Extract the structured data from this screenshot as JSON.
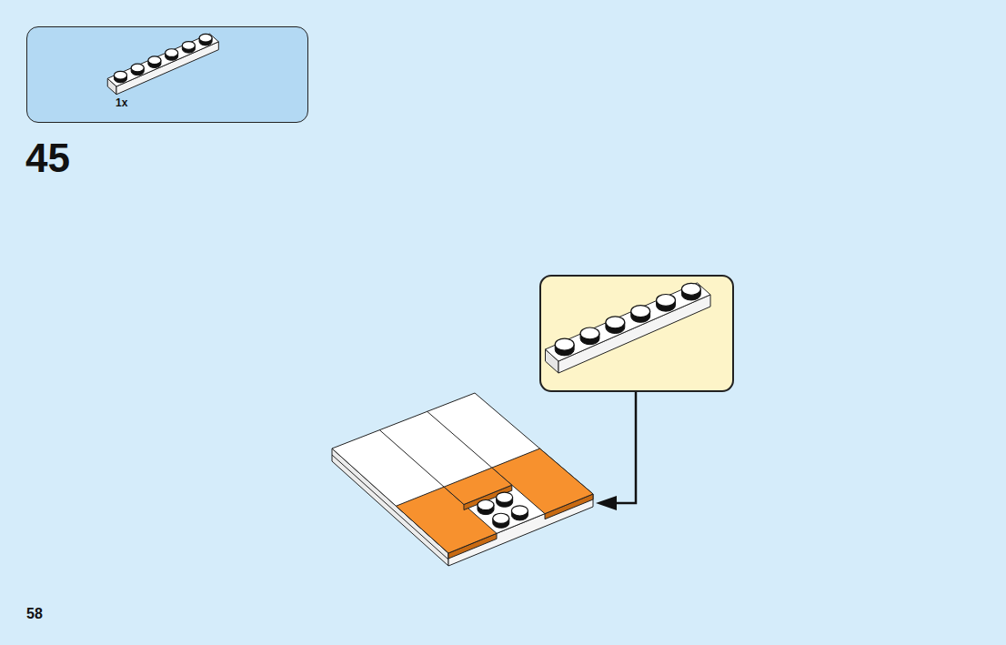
{
  "diagram": {
    "nodes": [
      {
        "text": [
          "1x"
        ]
      }
    ],
    "labels": [
      "45",
      "58"
    ]
  }
}
